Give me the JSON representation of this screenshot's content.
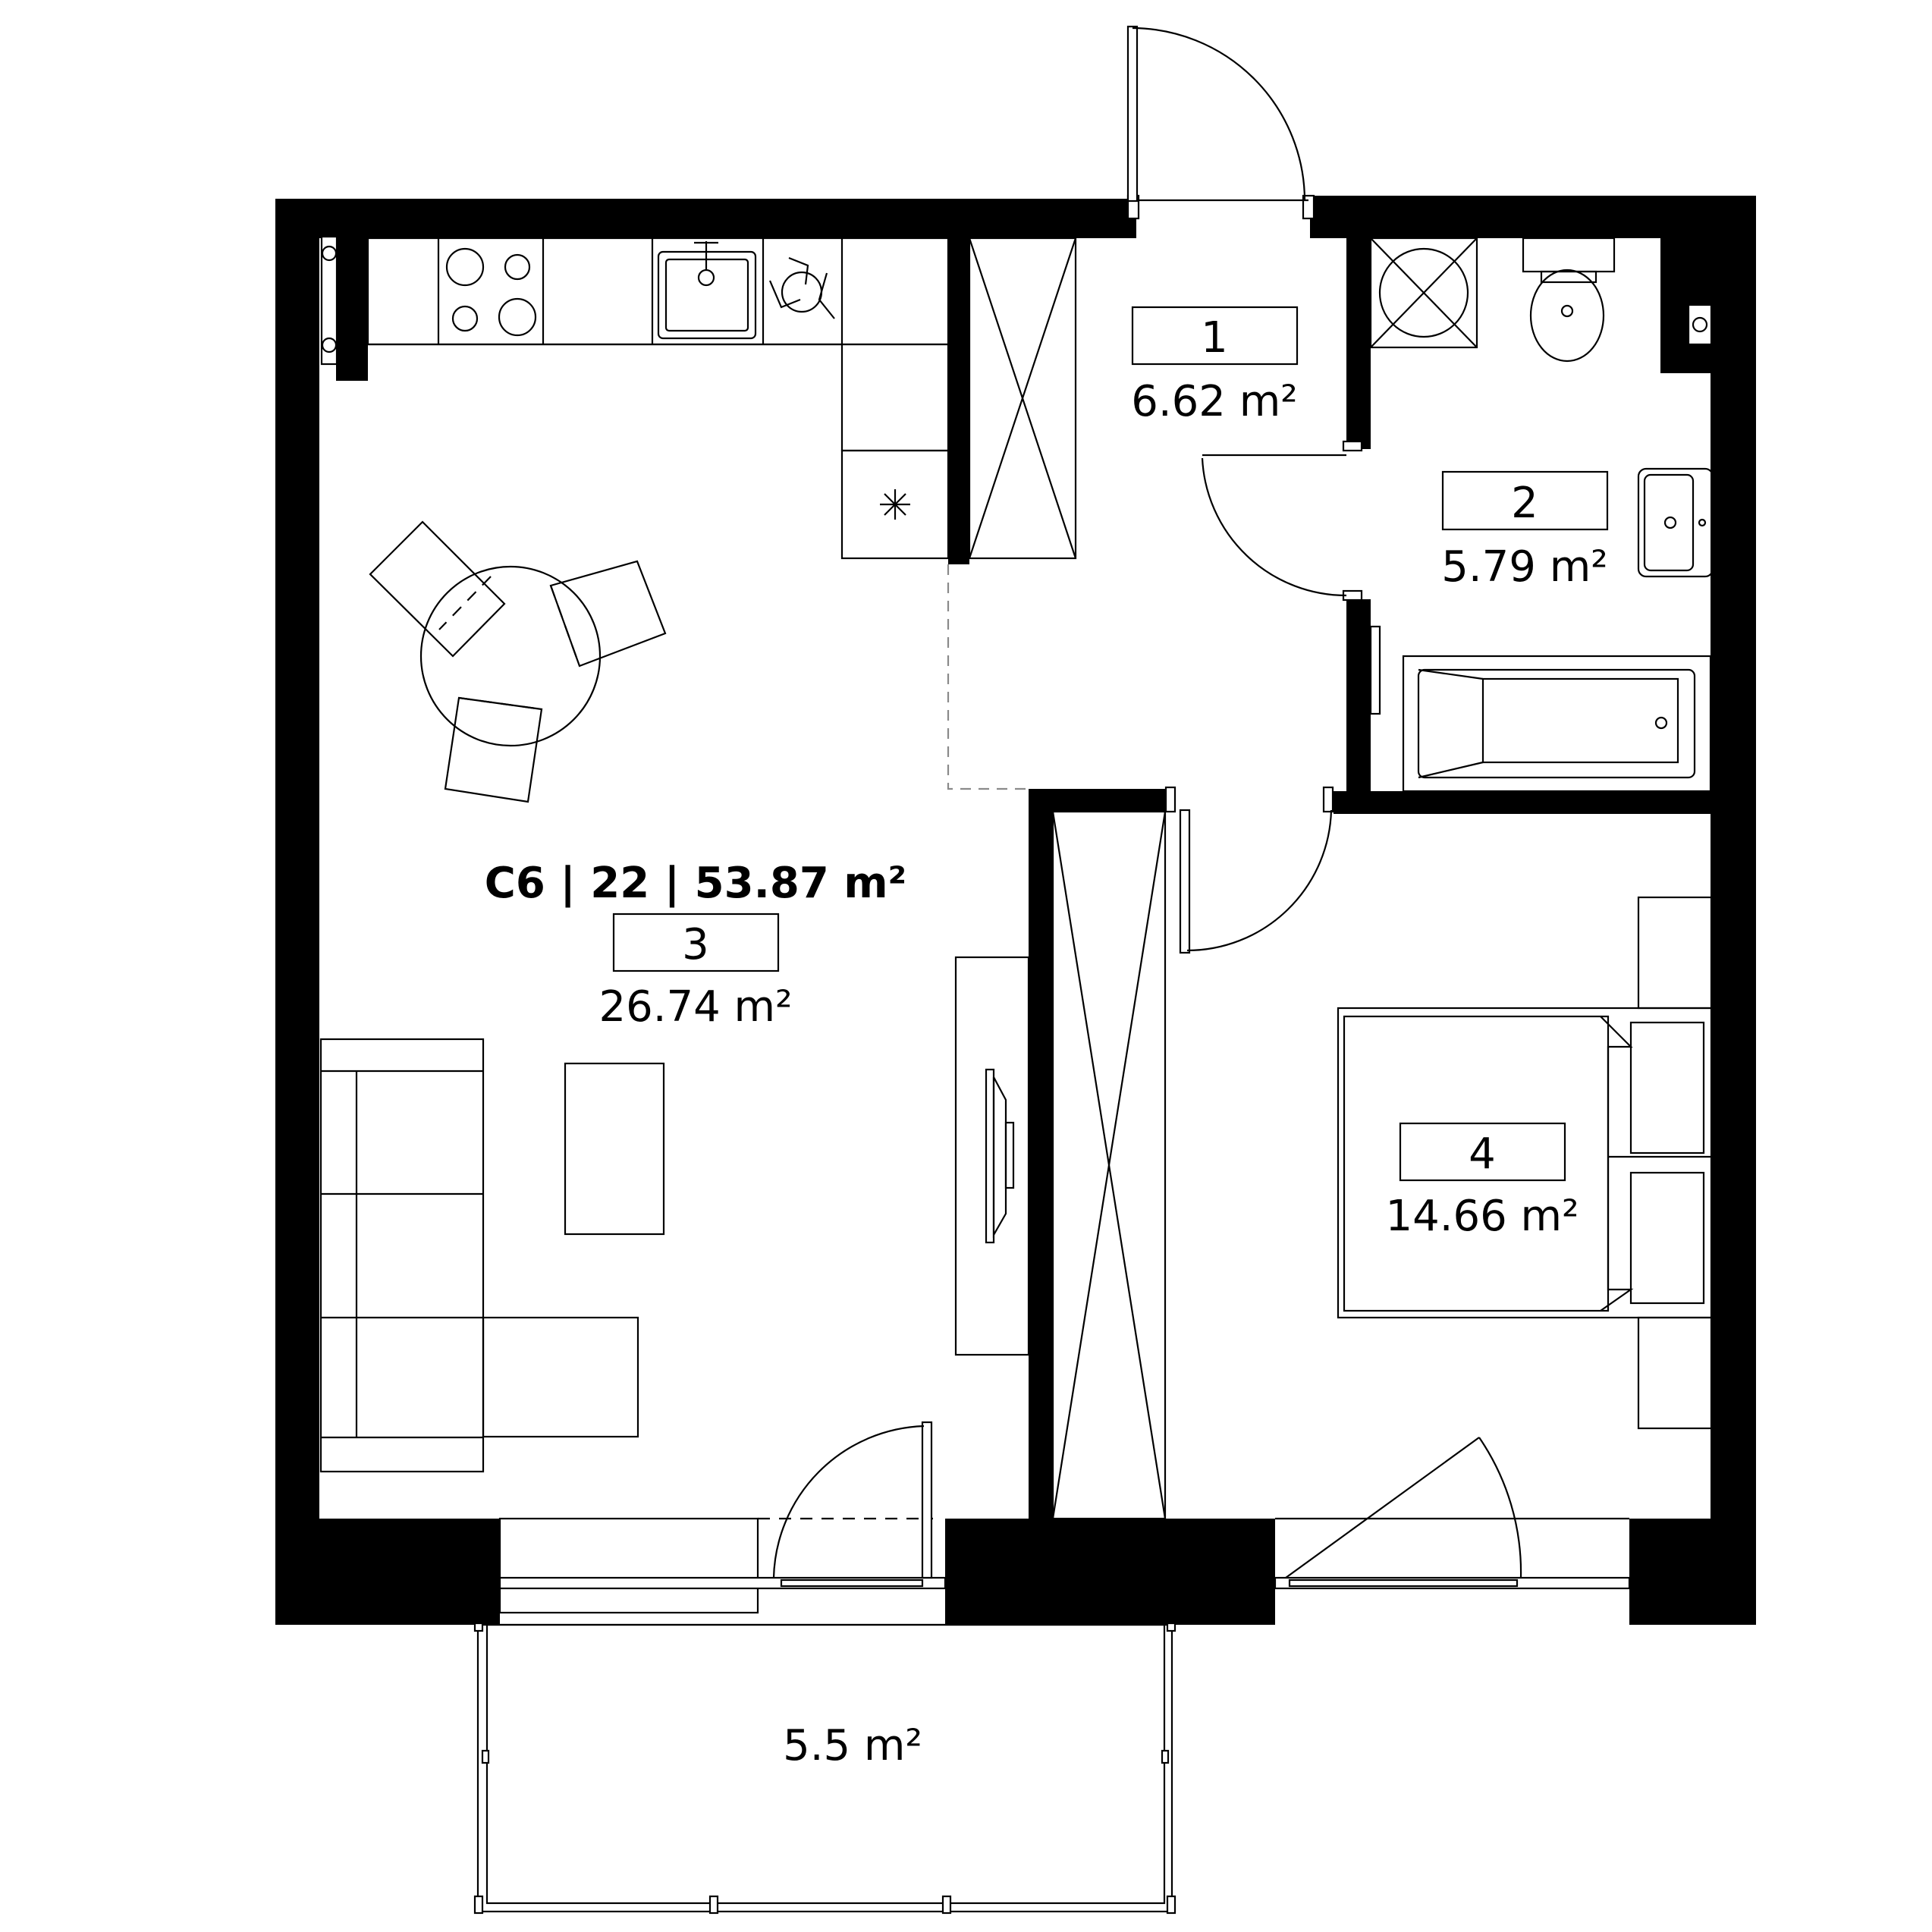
{
  "unit": {
    "id": "C6 | 22 | 53.87 m²"
  },
  "rooms": [
    {
      "number": "1",
      "area": "6.62 m²"
    },
    {
      "number": "2",
      "area": "5.79 m²"
    },
    {
      "number": "3",
      "area": "26.74 m²"
    },
    {
      "number": "4",
      "area": "14.66 m²"
    }
  ],
  "balcony": {
    "area": "5.5 m²"
  }
}
